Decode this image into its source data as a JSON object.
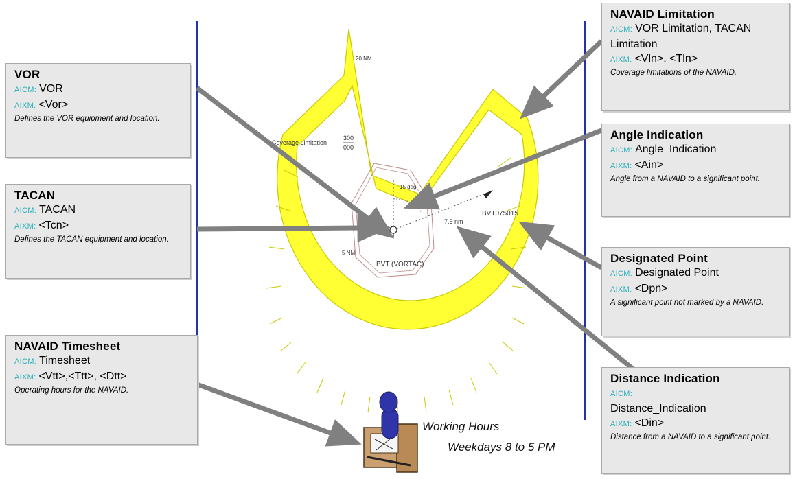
{
  "boxes": {
    "vor": {
      "title": "VOR",
      "aicm_tag": "AICM:",
      "aicm": "VOR",
      "aixm_tag": "AIXM:",
      "aixm": "<Vor>",
      "desc": "Defines the VOR equipment and location."
    },
    "tacan": {
      "title": "TACAN",
      "aicm_tag": "AICM:",
      "aicm": "TACAN",
      "aixm_tag": "AIXM:",
      "aixm": "<Tcn>",
      "desc": "Defines the TACAN equipment and location."
    },
    "timesheet": {
      "title": "NAVAID Timesheet",
      "aicm_tag": "AICM:",
      "aicm": "Timesheet",
      "aixm_tag": "AIXM:",
      "aixm": "<Vtt>,<Ttt>, <Dtt>",
      "desc": "Operating hours for the NAVAID."
    },
    "limitation": {
      "title": "NAVAID Limitation",
      "aicm_tag": "AICM:",
      "aicm": "VOR Limitation, TACAN Limitation",
      "aixm_tag": "AIXM:",
      "aixm": "<Vln>, <Tln>",
      "desc": "Coverage limitations of the NAVAID."
    },
    "angle": {
      "title": "Angle Indication",
      "aicm_tag": "AICM:",
      "aicm": "Angle_Indication",
      "aixm_tag": "AIXM:",
      "aixm": "<Ain>",
      "desc": "Angle from a NAVAID to a significant point."
    },
    "designated": {
      "title": "Designated Point",
      "aicm_tag": "AICM:",
      "aicm": "Designated Point",
      "aixm_tag": "AIXM:",
      "aixm": "<Dpn>",
      "desc": "A significant point not marked by a NAVAID."
    },
    "distance": {
      "title": "Distance Indication",
      "aicm_tag": "AICM:",
      "aicm": "Distance_Indication",
      "aixm_tag": "AIXM:",
      "aixm": "<Din>",
      "desc": "Distance from a NAVAID to a significant point."
    }
  },
  "diagram_labels": {
    "nm20": "20 NM",
    "coverage": "Coverage Limitation",
    "cov_top": "300",
    "cov_bottom": "000",
    "deg": "15 deg",
    "nm75": "7.5 nm",
    "point": "BVT075015",
    "nm5": "5 NM",
    "station": "BVT (VORTAC)"
  },
  "working_hours": {
    "line1": "Working Hours",
    "line2": "Weekdays 8 to 5 PM"
  },
  "colors": {
    "coverage_fill": "#ffff33",
    "coverage_stroke": "#c9c900",
    "arrow": "#808080",
    "rule": "#2233aa",
    "inner_ring": "#c08a8a",
    "tag": "#2ab0b8"
  }
}
